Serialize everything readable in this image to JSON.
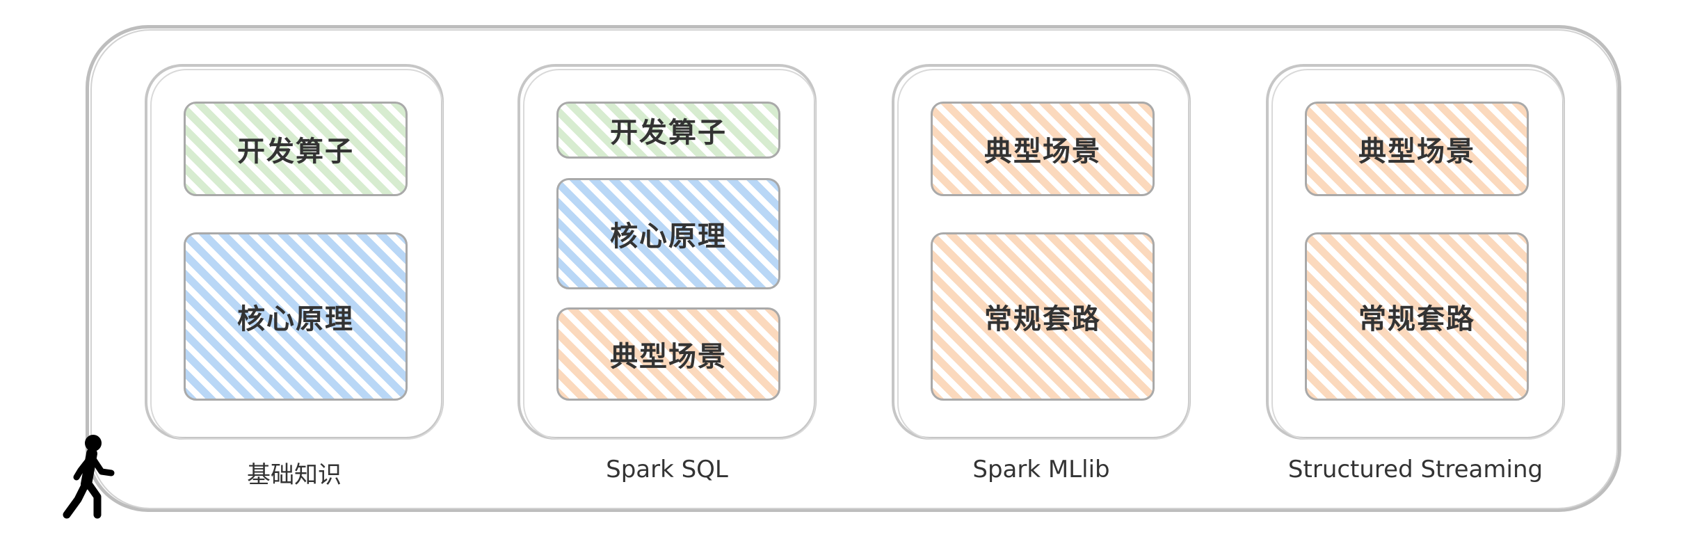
{
  "columns": [
    {
      "label": "基础知识",
      "boxes": [
        "开发算子",
        "核心原理"
      ]
    },
    {
      "label": "Spark SQL",
      "boxes": [
        "开发算子",
        "核心原理",
        "典型场景"
      ]
    },
    {
      "label": "Spark MLlib",
      "boxes": [
        "典型场景",
        "常规套路"
      ]
    },
    {
      "label": "Structured Streaming",
      "boxes": [
        "典型场景",
        "常规套路"
      ]
    }
  ],
  "colors": {
    "green": "#d7ecd0",
    "blue": "#b9d7f6",
    "orange": "#fbd9bd",
    "border": "#bdbdbd"
  },
  "icons": [
    "walking-person-icon"
  ]
}
